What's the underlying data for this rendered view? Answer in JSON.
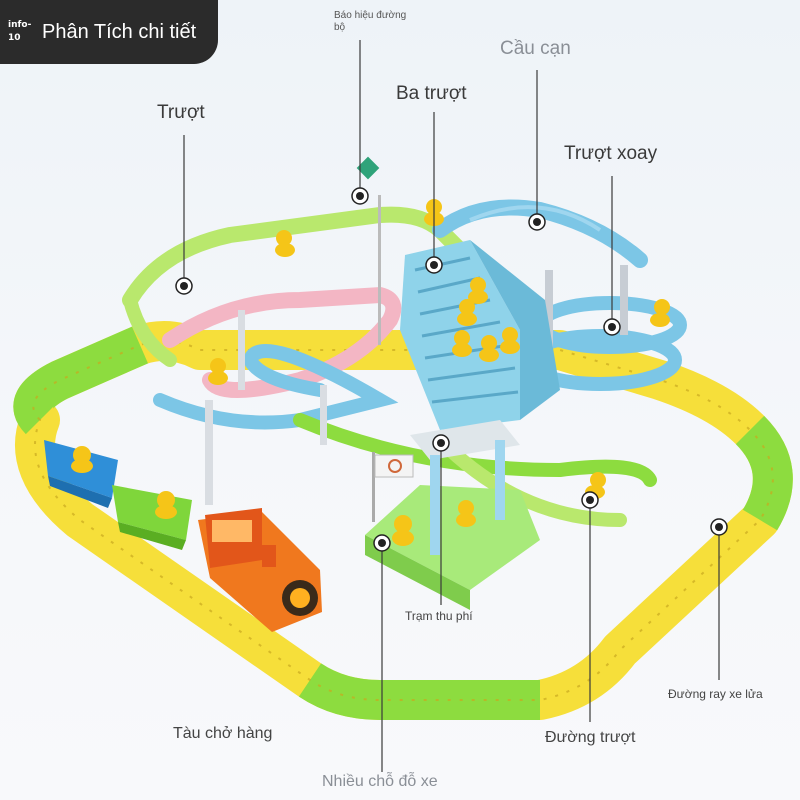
{
  "header": {
    "logo_text": "info-10",
    "title": "Phân Tích chi tiết"
  },
  "labels": {
    "sign": "Báo hiệu đường bộ",
    "bridge": "Cầu cạn",
    "triple_slide": "Ba trượt",
    "slide": "Trượt",
    "spiral_slide": "Trượt xoay",
    "toll_station": "Trạm thu phí",
    "cargo_train": "Tàu chở hàng",
    "slide_track": "Đường trượt",
    "train_rail": "Đường ray xe lửa",
    "parking": "Nhiều chỗ đỗ xe"
  },
  "colors": {
    "badge_bg": "#2b2b2b",
    "track_yellow": "#f6df3a",
    "track_green": "#8ddc3f",
    "track_blue": "#7cc6e6",
    "track_pink": "#f3b6c4",
    "duck_yellow": "#f5c518",
    "train_orange": "#f0781e",
    "leader_line": "#3a3a3a"
  }
}
